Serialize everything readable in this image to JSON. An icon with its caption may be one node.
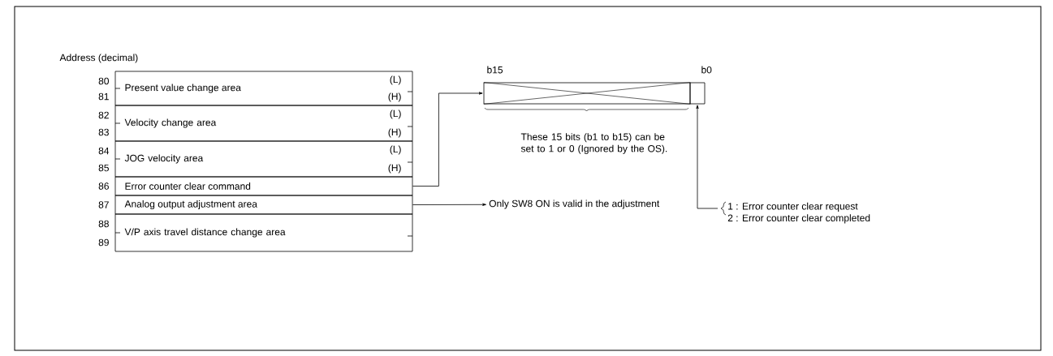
{
  "diagram": {
    "nodes": [
      {
        "text": [
          "Present value change area",
          "(L)",
          "(H)"
        ],
        "beside": [
          "80",
          "81"
        ]
      },
      {
        "text": [
          "Velocity change area",
          "(L)",
          "(H)"
        ],
        "beside": [
          "82",
          "83"
        ]
      },
      {
        "text": [
          "JOG velocity area",
          "(L)",
          "(H)"
        ],
        "beside": [
          "84",
          "85"
        ]
      },
      {
        "text": [
          "Error counter clear command"
        ],
        "beside": [
          "86"
        ]
      },
      {
        "text": [
          "Analog output adjustment area"
        ],
        "beside": [
          "87"
        ]
      },
      {
        "text": [
          "V/P axis travel distance change area"
        ],
        "beside": [
          "88",
          "89"
        ]
      },
      {
        "text": [],
        "shape": "bar"
      },
      {
        "text": [],
        "shape": "box"
      },
      {
        "text": [
          "Only SW8 ON is valid in the adjustment"
        ]
      },
      {
        "text": [
          "1 :  Error counter clear request",
          "2 :  Error counter clear completed"
        ]
      }
    ],
    "edges": [
      {
        "from": 3,
        "to": 6,
        "arrow": "to"
      },
      {
        "from": 4,
        "to": 8,
        "arrow": "to"
      },
      {
        "from": 9,
        "to": 7,
        "arrow": "to"
      }
    ],
    "labels": [
      "Address (decimal)",
      "b15",
      "b0",
      "These 15 bits (b1 to b15) can be set to 1 or 0 (Ignored by the OS)."
    ]
  }
}
